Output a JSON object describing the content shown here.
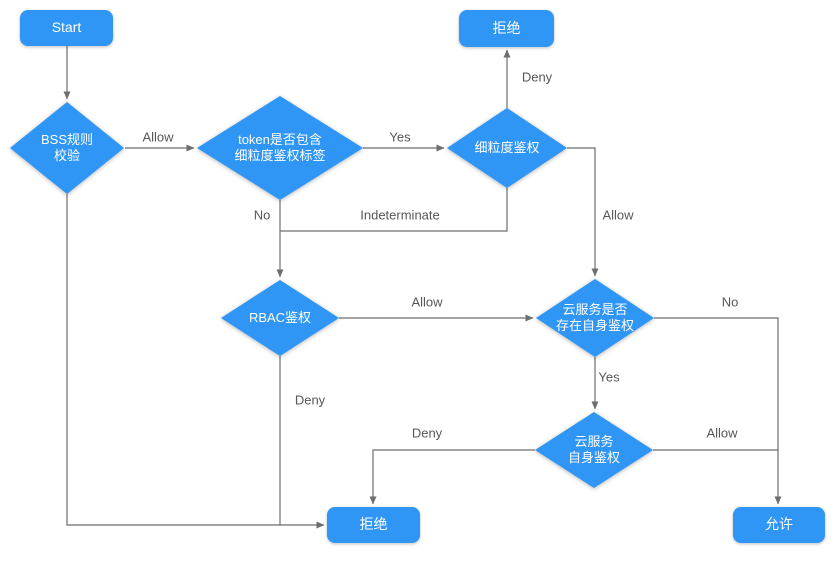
{
  "diagram": {
    "colors": {
      "node_fill": "#2F96F5",
      "node_text": "#ffffff",
      "edge_stroke": "#6e6e6e",
      "edge_label_text": "#575757",
      "background": "#ffffff"
    },
    "nodes": {
      "start": {
        "type": "rounded-rect",
        "label": "Start"
      },
      "reject_top": {
        "type": "rounded-rect",
        "label": "拒绝"
      },
      "reject_bottom": {
        "type": "rounded-rect",
        "label": "拒绝"
      },
      "allow_end": {
        "type": "rounded-rect",
        "label": "允许"
      },
      "bss_check": {
        "type": "decision",
        "lines": [
          "BSS规则",
          "校验"
        ]
      },
      "token_check": {
        "type": "decision",
        "lines": [
          "token是否包含",
          "细粒度鉴权标签"
        ]
      },
      "fine_grained_auth": {
        "type": "decision",
        "lines": [
          "细粒度鉴权"
        ]
      },
      "rbac_auth": {
        "type": "decision",
        "lines": [
          "RBAC鉴权"
        ]
      },
      "cloud_service_check": {
        "type": "decision",
        "lines": [
          "云服务是否",
          "存在自身鉴权"
        ]
      },
      "cloud_self_auth": {
        "type": "decision",
        "lines": [
          "云服务",
          "自身鉴权"
        ]
      }
    },
    "edge_labels": {
      "allow_bss_to_token": "Allow",
      "yes_token_to_fine": "Yes",
      "deny_fine_to_reject": "Deny",
      "no_token_to_rbac": "No",
      "indeterminate_fine_to_rbac": "Indeterminate",
      "allow_fine_to_cloudcheck": "Allow",
      "allow_rbac_to_cloudcheck": "Allow",
      "no_cloudcheck_to_allow": "No",
      "yes_cloudcheck_to_selfauth": "Yes",
      "deny_selfauth_to_reject": "Deny",
      "allow_selfauth_to_allow": "Allow",
      "deny_rbac_to_reject": "Deny"
    }
  }
}
